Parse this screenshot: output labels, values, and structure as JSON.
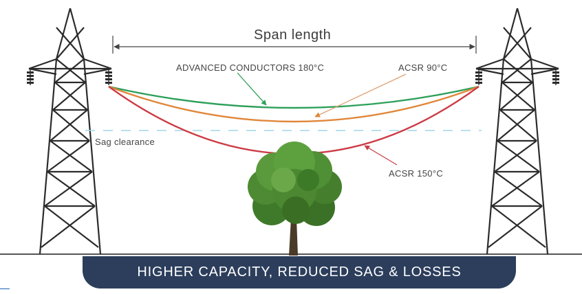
{
  "diagram": {
    "span_label": "Span length",
    "curves": {
      "advanced": {
        "label": "ADVANCED CONDUCTORS 180°C",
        "color": "#2ea05a"
      },
      "acsr90": {
        "label": "ACSR 90°C",
        "color": "#e0873a"
      },
      "acsr150": {
        "label": "ACSR 150°C",
        "color": "#cc3b45"
      }
    },
    "sag_clearance_label": "Sag clearance",
    "sag_clearance_color": "#9fd6e8",
    "tower_color": "#2b2b2b",
    "banner": {
      "text": "HIGHER CAPACITY, REDUCED SAG & LOSSES",
      "color": "#2c3e5c"
    },
    "icons": [
      "transmission-tower-icon",
      "tree-icon"
    ]
  }
}
